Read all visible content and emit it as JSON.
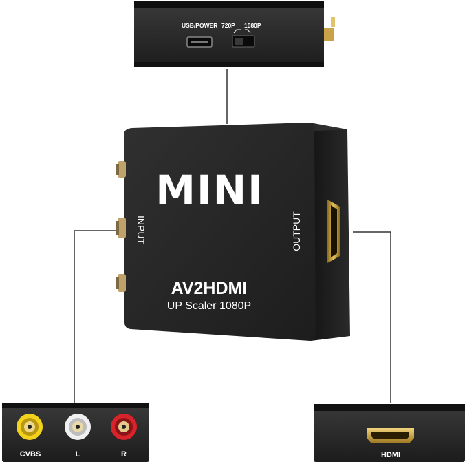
{
  "top_panel": {
    "usb_power_label": "USB/POWER",
    "res_720_label": "720P",
    "res_1080_label": "1080P"
  },
  "device": {
    "brand_label": "MINI",
    "model_label": "AV2HDMI",
    "tagline_label": "UP Scaler 1080P",
    "input_label": "INPUT",
    "output_label": "OUTPUT"
  },
  "input_panel": {
    "cvbs_label": "CVBS",
    "left_label": "L",
    "right_label": "R"
  },
  "output_panel": {
    "hdmi_label": "HDMI"
  },
  "colors": {
    "body": "#2a2a2a",
    "body_dark": "#181818",
    "gold": "#d4a83a",
    "rca_yellow": "#f2d21a",
    "rca_white": "#f0f0f0",
    "rca_red": "#d8232a",
    "line": "#333333"
  }
}
